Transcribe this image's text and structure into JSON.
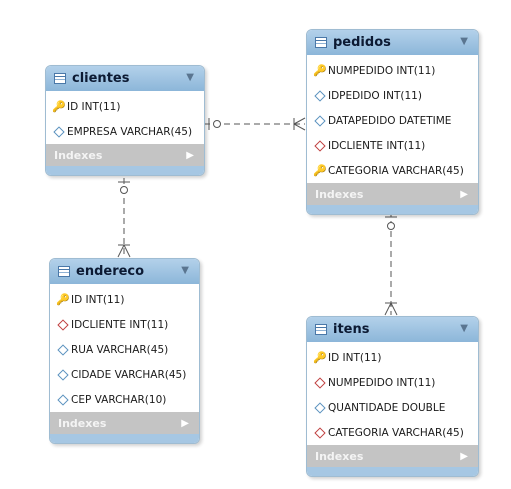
{
  "entities": {
    "clientes": {
      "title": "clientes",
      "columns": [
        {
          "label": "ID INT(11)",
          "icon": "key-icon"
        },
        {
          "label": "EMPRESA VARCHAR(45)",
          "icon": "attribute-diamond-icon"
        }
      ],
      "indexes_label": "Indexes"
    },
    "pedidos": {
      "title": "pedidos",
      "columns": [
        {
          "label": "NUMPEDIDO INT(11)",
          "icon": "key-icon"
        },
        {
          "label": "IDPEDIDO INT(11)",
          "icon": "attribute-diamond-icon"
        },
        {
          "label": "DATAPEDIDO DATETIME",
          "icon": "attribute-diamond-icon"
        },
        {
          "label": "IDCLIENTE INT(11)",
          "icon": "foreign-key-diamond-icon"
        },
        {
          "label": "CATEGORIA VARCHAR(45)",
          "icon": "key-icon"
        }
      ],
      "indexes_label": "Indexes"
    },
    "endereco": {
      "title": "endereco",
      "columns": [
        {
          "label": "ID INT(11)",
          "icon": "key-icon"
        },
        {
          "label": "IDCLIENTE INT(11)",
          "icon": "foreign-key-diamond-icon"
        },
        {
          "label": "RUA VARCHAR(45)",
          "icon": "attribute-diamond-icon"
        },
        {
          "label": "CIDADE VARCHAR(45)",
          "icon": "attribute-diamond-icon"
        },
        {
          "label": "CEP VARCHAR(10)",
          "icon": "attribute-diamond-icon"
        }
      ],
      "indexes_label": "Indexes"
    },
    "itens": {
      "title": "itens",
      "columns": [
        {
          "label": "ID INT(11)",
          "icon": "key-icon"
        },
        {
          "label": "NUMPEDIDO INT(11)",
          "icon": "foreign-key-diamond-icon"
        },
        {
          "label": "QUANTIDADE DOUBLE",
          "icon": "attribute-diamond-icon"
        },
        {
          "label": "CATEGORIA VARCHAR(45)",
          "icon": "foreign-key-diamond-icon"
        }
      ],
      "indexes_label": "Indexes"
    }
  },
  "relationships": [
    {
      "from": "clientes",
      "to": "pedidos",
      "from_end": "one-optional",
      "to_end": "many"
    },
    {
      "from": "clientes",
      "to": "endereco",
      "from_end": "one-optional",
      "to_end": "many"
    },
    {
      "from": "pedidos",
      "to": "itens",
      "from_end": "one-optional",
      "to_end": "many"
    }
  ],
  "colors": {
    "header": "#9cc3e3",
    "border": "#9fbcd2",
    "indexes_bar": "#c4c4c4",
    "line": "#555555",
    "key": "#e0b020",
    "attribute": "#5b92bf",
    "foreign_key": "#c04040"
  }
}
